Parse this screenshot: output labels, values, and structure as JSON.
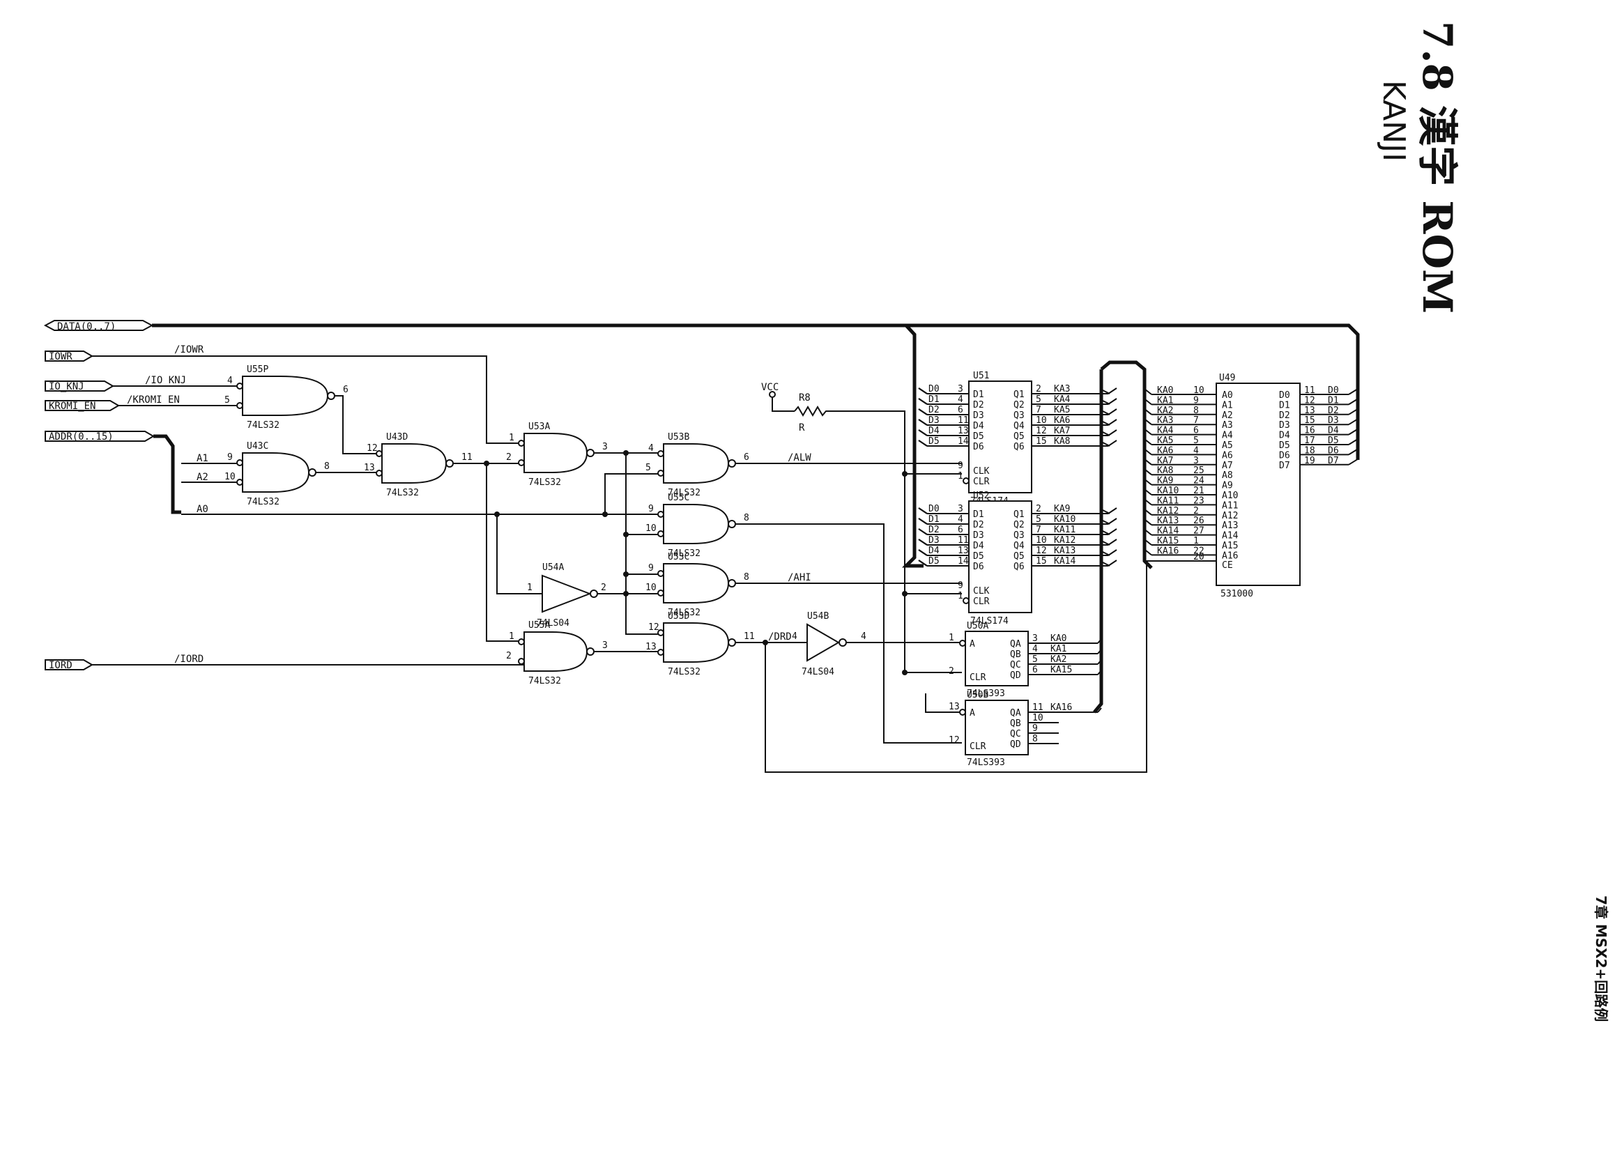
{
  "page": {
    "title": "7.8 漢字 ROM",
    "handwritten_note": "KANJI",
    "side_caption": "7章 MSX2+回路例"
  },
  "ports": {
    "data": "DATA(0..7)",
    "iowr": "IOWR",
    "io_knj": "IO_KNJ",
    "kromi_en": "KROMI_EN",
    "addr": "ADDR(0..15)",
    "iord": "IORD"
  },
  "nets": {
    "iowr": "/IOWR",
    "io_knj": "/IO_KNJ",
    "kromi_en": "/KROMI_EN",
    "a1": "A1",
    "a2": "A2",
    "a0": "A0",
    "iord": "/IORD",
    "alw": "/ALW",
    "ahi": "/AHI",
    "drd": "/DRD",
    "vcc": "VCC",
    "r8": "R8",
    "r": "R"
  },
  "gates": {
    "u55p": {
      "ref": "U55P",
      "type": "74LS32"
    },
    "u43c": {
      "ref": "U43C",
      "type": "74LS32"
    },
    "u43d": {
      "ref": "U43D",
      "type": "74LS32"
    },
    "u53a": {
      "ref": "U53A",
      "type": "74LS32"
    },
    "u53b": {
      "ref": "U53B",
      "type": "74LS32"
    },
    "u55c": {
      "ref": "U55C",
      "type": "74LS32"
    },
    "u53c": {
      "ref": "U53C",
      "type": "74LS32"
    },
    "u53d": {
      "ref": "U53D",
      "type": "74LS32"
    },
    "u55a": {
      "ref": "U55A",
      "type": "74LS32"
    },
    "u54a": {
      "ref": "U54A",
      "type": "74LS04"
    },
    "u54b": {
      "ref": "U54B",
      "type": "74LS04"
    }
  },
  "u51": {
    "ref": "U51",
    "type": "74LS174",
    "left_pins": [
      "D1",
      "D2",
      "D3",
      "D4",
      "D5",
      "D6"
    ],
    "right_pins": [
      "Q1",
      "Q2",
      "Q3",
      "Q4",
      "Q5",
      "Q6"
    ],
    "clk": "CLK",
    "clr": "CLR",
    "in_nets": [
      "D0",
      "D1",
      "D2",
      "D3",
      "D4",
      "D5"
    ],
    "in_nums": [
      "3",
      "4",
      "6",
      "11",
      "13",
      "14"
    ],
    "out_nums": [
      "2",
      "5",
      "7",
      "10",
      "12",
      "15"
    ],
    "out_nets": [
      "KA3",
      "KA4",
      "KA5",
      "KA6",
      "KA7",
      "KA8"
    ],
    "clk_num": "9",
    "clr_num": "1"
  },
  "u52": {
    "ref": "U52",
    "type": "74LS174",
    "left_pins": [
      "D1",
      "D2",
      "D3",
      "D4",
      "D5",
      "D6"
    ],
    "right_pins": [
      "Q1",
      "Q2",
      "Q3",
      "Q4",
      "Q5",
      "Q6"
    ],
    "clk": "CLK",
    "clr": "CLR",
    "in_nets": [
      "D0",
      "D1",
      "D2",
      "D3",
      "D4",
      "D5"
    ],
    "in_nums": [
      "3",
      "4",
      "6",
      "11",
      "13",
      "14"
    ],
    "out_nums": [
      "2",
      "5",
      "7",
      "10",
      "12",
      "15"
    ],
    "out_nets": [
      "KA9",
      "KA10",
      "KA11",
      "KA12",
      "KA13",
      "KA14"
    ],
    "clk_num": "9",
    "clr_num": "1"
  },
  "u50a": {
    "ref": "U50A",
    "type": "74LS393",
    "pins": [
      "A",
      "CLR"
    ],
    "outs": [
      "QA",
      "QB",
      "QC",
      "QD"
    ],
    "out_nums": [
      "3",
      "4",
      "5",
      "6"
    ],
    "out_nets": [
      "KA0",
      "KA1",
      "KA2",
      "KA15"
    ],
    "a_num": "1",
    "clr_num": "2"
  },
  "u50b": {
    "ref": "U50B",
    "type": "74LS393",
    "pins": [
      "A",
      "CLR"
    ],
    "outs": [
      "QA",
      "QB",
      "QC",
      "QD"
    ],
    "out_nums": [
      "11",
      "10",
      "9",
      "8"
    ],
    "out_nets": [
      "KA16",
      "",
      "",
      ""
    ],
    "a_num": "13",
    "clr_num": "12"
  },
  "u49": {
    "ref": "U49",
    "type": "531000",
    "addr_nets": [
      "KA0",
      "KA1",
      "KA2",
      "KA3",
      "KA4",
      "KA5",
      "KA6",
      "KA7",
      "KA8",
      "KA9",
      "KA10",
      "KA11",
      "KA12",
      "KA13",
      "KA14",
      "KA15",
      "KA16"
    ],
    "addr_nums": [
      "10",
      "9",
      "8",
      "7",
      "6",
      "5",
      "4",
      "3",
      "25",
      "24",
      "21",
      "23",
      "2",
      "26",
      "27",
      "1",
      "22"
    ],
    "addr_pins": [
      "A0",
      "A1",
      "A2",
      "A3",
      "A4",
      "A5",
      "A6",
      "A7",
      "A8",
      "A9",
      "A10",
      "A11",
      "A12",
      "A13",
      "A14",
      "A15",
      "A16"
    ],
    "ce_num": "20",
    "ce_pin": "CE",
    "data_pins": [
      "D0",
      "D1",
      "D2",
      "D3",
      "D4",
      "D5",
      "D6",
      "D7"
    ],
    "data_nums": [
      "11",
      "12",
      "13",
      "15",
      "16",
      "17",
      "18",
      "19"
    ],
    "data_nets": [
      "D0",
      "D1",
      "D2",
      "D3",
      "D4",
      "D5",
      "D6",
      "D7"
    ]
  },
  "gate_pins": {
    "u55p": [
      "4",
      "5",
      "6"
    ],
    "u43c": [
      "9",
      "10",
      "8"
    ],
    "u43d": [
      "12",
      "13",
      "11"
    ],
    "u53a": [
      "1",
      "2",
      "3"
    ],
    "u53b": [
      "4",
      "5",
      "6"
    ],
    "u55c": [
      "9",
      "10",
      "8"
    ],
    "u53c": [
      "9",
      "10",
      "8"
    ],
    "u53d": [
      "12",
      "13",
      "11"
    ],
    "u55a": [
      "1",
      "2",
      "3"
    ],
    "u54a": [
      "1",
      "2"
    ],
    "u54b": [
      "4"
    ]
  }
}
